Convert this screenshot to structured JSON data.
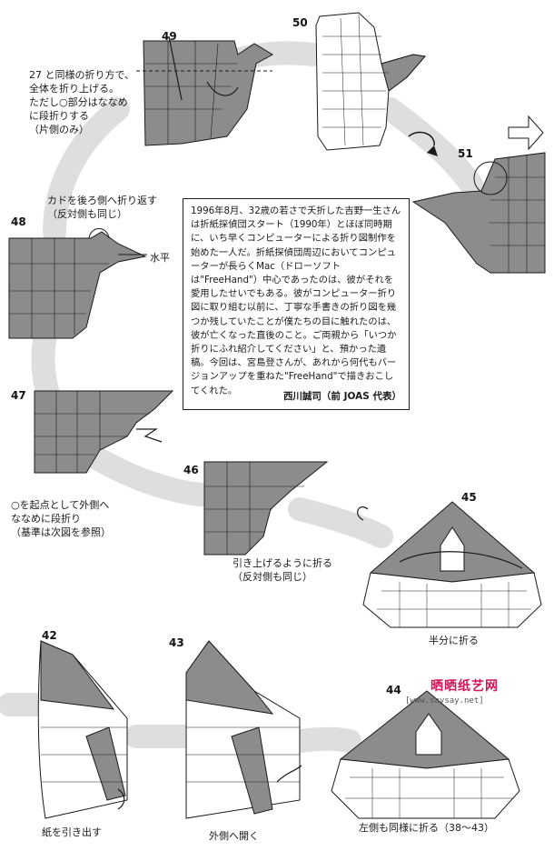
{
  "steps": {
    "s42": "42",
    "s43": "43",
    "s44": "44",
    "s45": "45",
    "s46": "46",
    "s47": "47",
    "s48": "48",
    "s49": "49",
    "s50": "50",
    "s51": "51"
  },
  "notes": {
    "step49": "27 と同様の折り方で、\n全体を折り上げる。\nただし○部分はななめ\nに段折りする\n（片側のみ）",
    "step48": "カドを後ろ側へ折り返す\n（反対側も同じ）",
    "horizontal": "水平",
    "step47": "○を起点として外側へ\nななめに段折り\n（基準は次図を参照）",
    "step46": "引き上げるように折る\n（反対側も同じ）",
    "step45": "半分に折る",
    "step44": "左側も同様に折る（38～43）",
    "step43": "外側へ開く",
    "step42": "紙を引き出す"
  },
  "essay": {
    "body": "1996年8月、32歳の若さで夭折した吉野一生さんは折紙探偵団スタート（1990年）とほぼ同時期に、いち早くコンピューターによる折り図制作を始めた一人だ。折紙探偵団周辺においてコンピューターが長らくMac（ドローソフトは\"FreeHand\"）中心であったのは、彼がそれを愛用したせいでもある。彼がコンピューター折り図に取り組む以前に、丁寧な手書きの折り図を幾つか残していたことが僕たちの目に触れたのは、彼が亡くなった直後のこと。ご両親から「いつか折りにふれ紹介してください」と、預かった遺稿。今回は、宮島登さんが、あれから何代もバージョンアップを重ねた\"FreeHand\"で描きおこしてくれた。",
    "signature": "西川誠司（前 JOAS 代表）"
  },
  "watermark": {
    "brand": "晒晒纸艺网",
    "url": "[www.saysay.net]"
  },
  "colors": {
    "paper_gray": "#8c8c8c",
    "flow_band": "#dedede",
    "line": "#1a1a1a",
    "watermark": "#d2145a"
  }
}
